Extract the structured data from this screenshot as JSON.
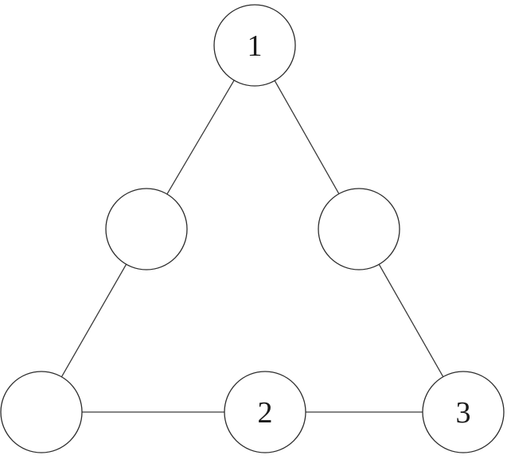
{
  "diagram": {
    "nodes": [
      {
        "id": "top",
        "label": "1"
      },
      {
        "id": "upper-left",
        "label": ""
      },
      {
        "id": "upper-right",
        "label": ""
      },
      {
        "id": "bottom-left",
        "label": ""
      },
      {
        "id": "bottom-middle",
        "label": "2"
      },
      {
        "id": "bottom-right",
        "label": "3"
      }
    ],
    "edges": [
      {
        "from": "top",
        "to": "upper-left"
      },
      {
        "from": "top",
        "to": "upper-right"
      },
      {
        "from": "upper-left",
        "to": "bottom-left"
      },
      {
        "from": "upper-right",
        "to": "bottom-right"
      },
      {
        "from": "bottom-left",
        "to": "bottom-middle"
      },
      {
        "from": "bottom-middle",
        "to": "bottom-right"
      }
    ]
  }
}
